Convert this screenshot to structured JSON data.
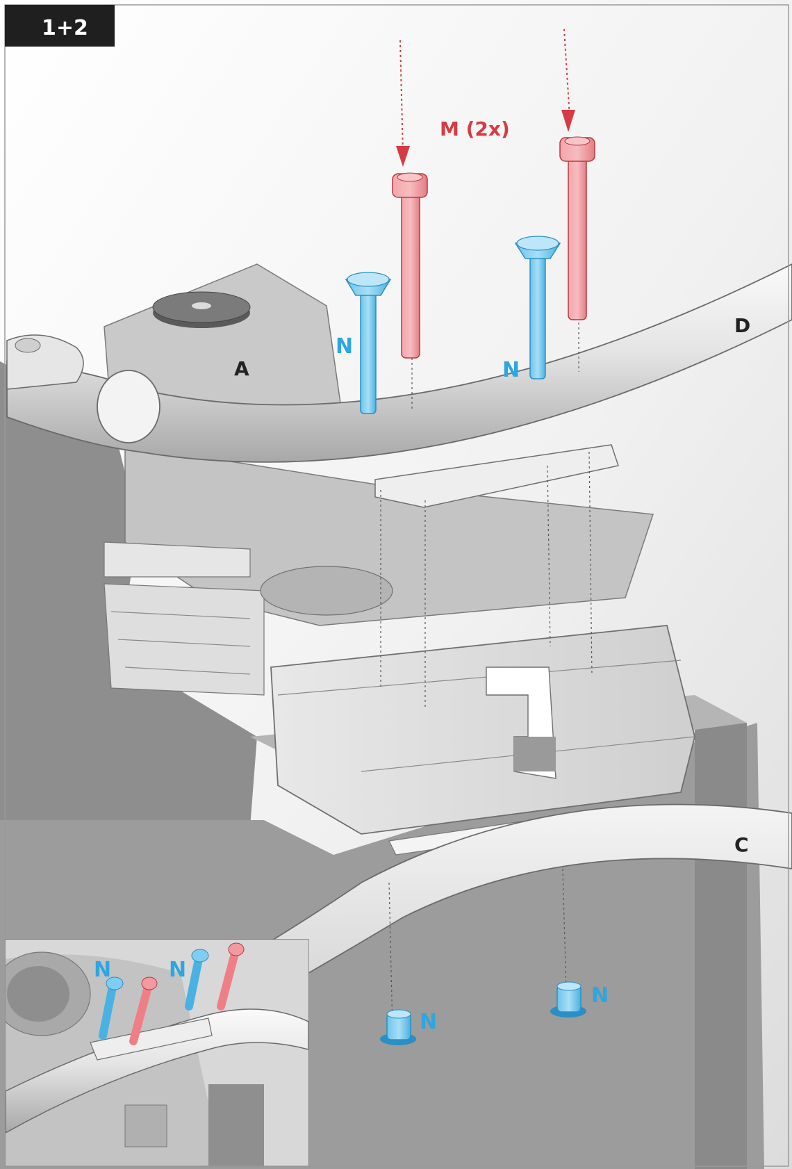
{
  "step": {
    "number": "1+2"
  },
  "labels": {
    "A": "A",
    "C": "C",
    "D": "D",
    "M": "M (2x)",
    "N": "N"
  },
  "colors": {
    "badge_bg": "#1f1f1f",
    "badge_text": "#ffffff",
    "red_part": "#e0494f",
    "red_part_fill": "#f29aa0",
    "blue_part": "#2ea6df",
    "blue_part_fill": "#7fcdf0",
    "dark_label": "#222222",
    "page_border": "#9a9a9a"
  },
  "parts": {
    "bolt_M": {
      "label": "M (2x)",
      "count": 2,
      "color": "red"
    },
    "bolt_N": {
      "label": "N",
      "count": 4,
      "color": "blue"
    }
  }
}
